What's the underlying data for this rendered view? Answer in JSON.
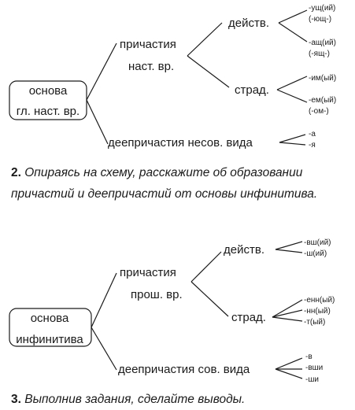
{
  "scheme1": {
    "root_line1": "основа",
    "root_line2": "гл. наст. вр.",
    "participles_line1": "причастия",
    "participles_line2": "наст. вр.",
    "active": "действ.",
    "active_suffixes": [
      "-ущ(ий)",
      "(-ющ-)",
      "-ащ(ий)",
      "(-ящ-)"
    ],
    "passive": "страд.",
    "passive_suffixes": [
      "-им(ый)",
      "-ем(ый)",
      "(-ом-)"
    ],
    "gerunds": "деепричастия несов. вида",
    "gerund_suffixes": [
      "-а",
      "-я"
    ]
  },
  "task2": {
    "number": "2.",
    "text": "Опираясь на схему, расскажите об образовании причастий и деепричастий от основы инфинитива."
  },
  "scheme2": {
    "root_line1": "основа",
    "root_line2": "инфинитива",
    "participles_line1": "причастия",
    "participles_line2": "прош. вр.",
    "active": "действ.",
    "active_suffixes": [
      "-вш(ий)",
      "-ш(ий)"
    ],
    "passive": "страд.",
    "passive_suffixes": [
      "-енн(ый)",
      "-нн(ый)",
      "-т(ый)"
    ],
    "gerunds": "деепричастия сов. вида",
    "gerund_suffixes": [
      "-в",
      "-вши",
      "-ши"
    ]
  },
  "task3": {
    "number": "3.",
    "text": "Выполнив задания, сделайте выводы."
  }
}
